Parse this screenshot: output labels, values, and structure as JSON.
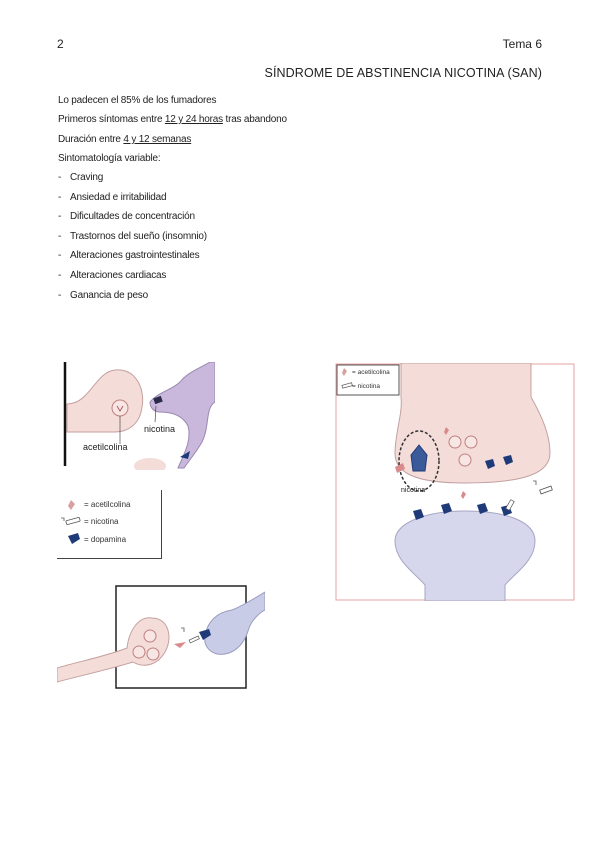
{
  "header": {
    "page_number": "2",
    "topic": "Tema 6",
    "title": "SÍNDROME DE ABSTINENCIA NICOTINA (SAN)"
  },
  "intro": {
    "line1": "Lo padecen el 85% de los fumadores",
    "line2_prefix": "Primeros síntomas entre ",
    "line2_underlined": "12 y 24 horas",
    "line2_suffix": " tras abandono",
    "line3_prefix": "Duración entre ",
    "line3_underlined": "4 y 12 semanas",
    "line4": "Sintomatología variable:"
  },
  "symptoms": [
    "Craving",
    "Ansiedad e irritabilidad",
    "Dificultades de concentración",
    "Trastornos del sueño (insomnio)",
    "Alteraciones gastrointestinales",
    "Alteraciones cardiacas",
    "Ganancia de peso"
  ],
  "figures": {
    "fig1": {
      "label_nicotina": "nicotina",
      "label_acetilcolina": "acetilcolina"
    },
    "legend_left": {
      "acetilcolina": "= acetilcolina",
      "nicotina": "= nicotina",
      "dopamina": "= dopamina"
    },
    "legend_right": {
      "acetilcolina": "= acetilcolina",
      "nicotina": "= nicotina"
    },
    "fig_right_label": "nicotina"
  },
  "colors": {
    "pink_neuron": "#f4dcd8",
    "purple_neuron": "#c9b8dc",
    "blue_neuron": "#d6d6ec",
    "dopamine": "#1e3a78",
    "frame_red": "#e9a3a3"
  }
}
